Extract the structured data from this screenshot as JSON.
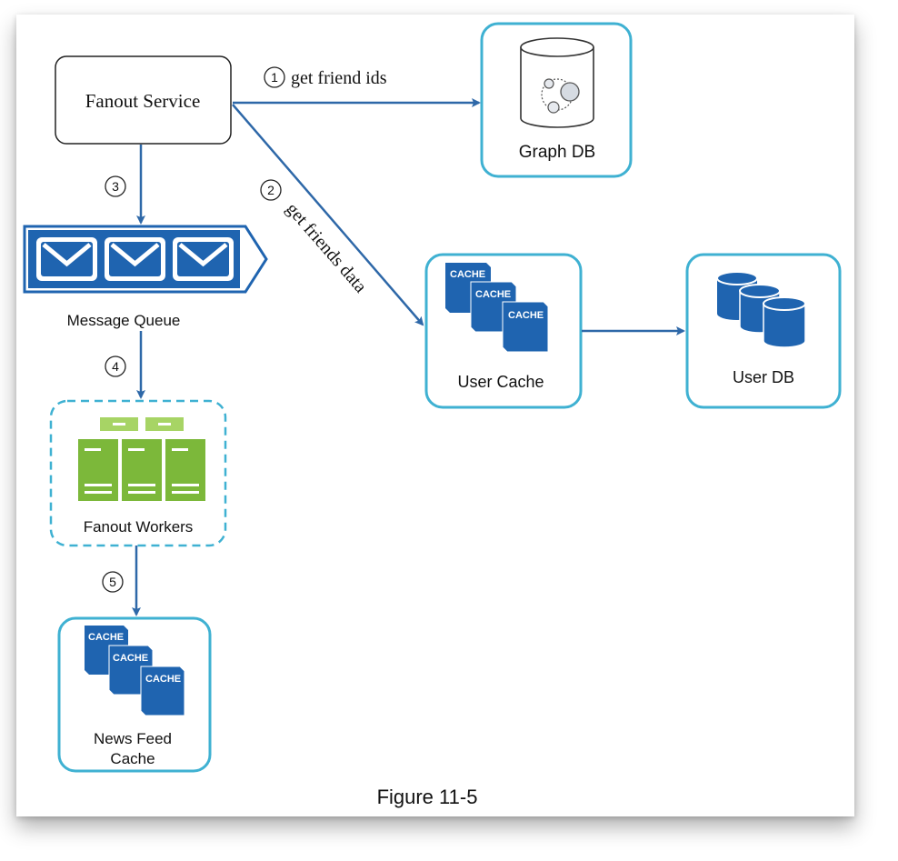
{
  "nodes": {
    "fanout_service": "Fanout Service",
    "graph_db": "Graph DB",
    "message_queue": "Message Queue",
    "user_cache": "User Cache",
    "user_db": "User DB",
    "fanout_workers": "Fanout Workers",
    "news_feed_cache_line1": "News Feed",
    "news_feed_cache_line2": "Cache"
  },
  "edges": {
    "step1_num": "1",
    "step1_label": "get friend ids",
    "step2_num": "2",
    "step2_label": "get friends data",
    "step3_num": "3",
    "step4_num": "4",
    "step5_num": "5"
  },
  "cache_chip": "CACHE",
  "caption": "Figure 11-5",
  "colors": {
    "arrow": "#2e68a8",
    "box_border": "#3fb1d2",
    "db_blue": "#1f64b0",
    "worker_green": "#7cb83a",
    "worker_light": "#a7d465"
  },
  "icons": {
    "graph_db": "graph-database-icon",
    "queue": "message-queue-envelopes-icon",
    "cache": "cache-stack-icon",
    "user_db": "database-stack-icon",
    "workers": "server-workers-icon"
  }
}
